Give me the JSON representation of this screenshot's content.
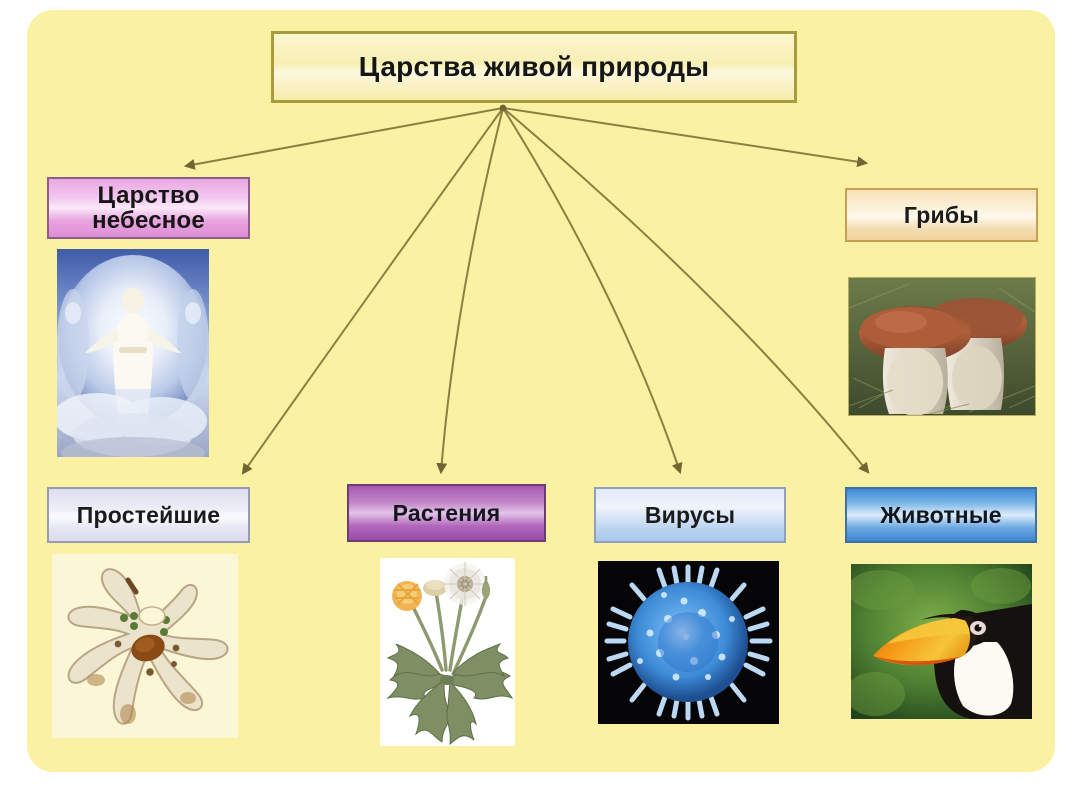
{
  "diagram": {
    "title": "Царства живой природы",
    "background_color": "#faf1a2",
    "page_background": "#ffffff",
    "arrow_color": "#8a8040",
    "nodes": [
      {
        "id": "heaven",
        "label": "Царство небесное",
        "label_line1": "Царство",
        "label_line2": "небесное",
        "box_color": "#e9a8e2",
        "border_color": "#8d5e88",
        "image": "heavenly-figure-in-clouds-image"
      },
      {
        "id": "fungi",
        "label": "Грибы",
        "box_color": "#f3dcae",
        "border_color": "#c79e52",
        "image": "porcini-mushrooms-photo"
      },
      {
        "id": "protozoa",
        "label": "Простейшие",
        "box_color": "#e4e4f2",
        "border_color": "#9a9ab4",
        "image": "amoeba-drawing"
      },
      {
        "id": "plants",
        "label": "Растения",
        "box_color": "#b168bc",
        "border_color": "#6b3d72",
        "image": "dandelion-illustration"
      },
      {
        "id": "viruses",
        "label": "Вирусы",
        "box_color": "#b9d3f0",
        "border_color": "#8f9fbd",
        "image": "virus-particle-micrograph"
      },
      {
        "id": "animals",
        "label": "Животные",
        "box_color": "#6fa9e2",
        "border_color": "#3f6fa5",
        "image": "toucan-bird-photo"
      }
    ],
    "arrows": [
      {
        "from": "title",
        "to": "heaven"
      },
      {
        "from": "title",
        "to": "protozoa"
      },
      {
        "from": "title",
        "to": "plants"
      },
      {
        "from": "title",
        "to": "viruses"
      },
      {
        "from": "title",
        "to": "animals"
      },
      {
        "from": "title",
        "to": "fungi"
      }
    ]
  }
}
